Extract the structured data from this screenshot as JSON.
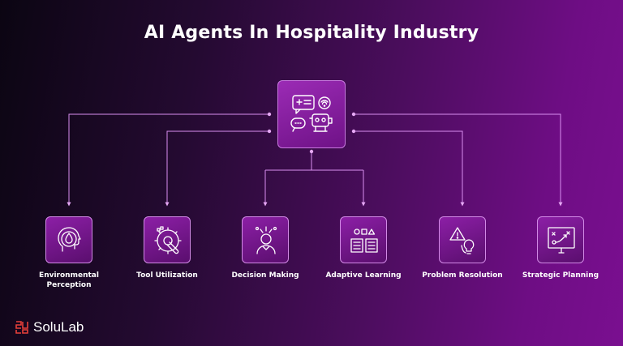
{
  "title": "AI Agents In Hospitality Industry",
  "hub": {
    "icon": "ai-robot-chat-icon"
  },
  "nodes": [
    {
      "label": "Environmental\nPerception",
      "icon": "head-water-drop-icon"
    },
    {
      "label": "Tool Utilization",
      "icon": "gear-wrench-icon"
    },
    {
      "label": "Decision Making",
      "icon": "person-thinking-icon"
    },
    {
      "label": "Adaptive Learning",
      "icon": "open-book-shapes-icon"
    },
    {
      "label": "Problem Resolution",
      "icon": "warning-lightbulb-icon"
    },
    {
      "label": "Strategic Planning",
      "icon": "strategy-board-icon"
    }
  ],
  "logo": {
    "text": "SoluLab",
    "icon": "solulab-logo-icon"
  },
  "colors": {
    "accent": "#d98ff0",
    "background_end": "#7a0f90"
  }
}
